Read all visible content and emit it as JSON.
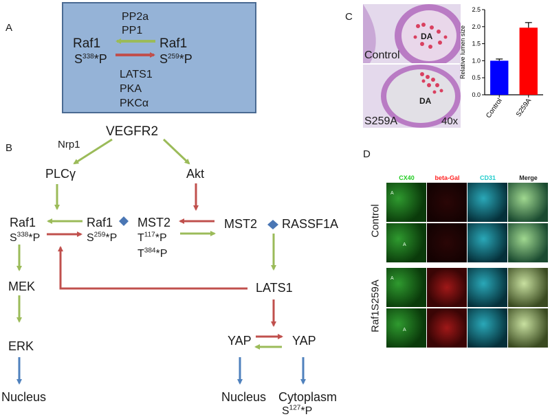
{
  "panel_letters": {
    "a": "A",
    "b": "B",
    "c": "C",
    "d": "D"
  },
  "panel_a": {
    "left_node": "Raf1",
    "left_site": "S",
    "left_sup": "338",
    "left_tail": "*P",
    "right_node": "Raf1",
    "right_site": "S",
    "right_sup": "259",
    "right_tail": "*P",
    "phosphatases": [
      "PP2a",
      "PP1"
    ],
    "kinases": [
      "LATS1",
      "PKA",
      "PKCα"
    ]
  },
  "panel_b": {
    "vegfr2": "VEGFR2",
    "nrp1": "Nrp1",
    "plcg": "PLCγ",
    "akt": "Akt",
    "raf1_left": "Raf1",
    "raf1_left_site": "S",
    "raf1_left_sup": "338",
    "raf1_left_tail": "*P",
    "raf1_mid": "Raf1",
    "raf1_mid_site": "S",
    "raf1_mid_sup": "259",
    "raf1_mid_tail": "*P",
    "mst2_mid": "MST2",
    "mst2_t1_site": "T",
    "mst2_t1_sup": "117",
    "mst2_t1_tail": "*P",
    "mst2_t2_site": "T",
    "mst2_t2_sup": "384",
    "mst2_t2_tail": "*P",
    "mst2_right": "MST2",
    "rassf1a": "RASSF1A",
    "mek": "MEK",
    "erk": "ERK",
    "lats1": "LATS1",
    "yap_left": "YAP",
    "yap_right": "YAP",
    "nucleus_left": "Nucleus",
    "nucleus_right": "Nucleus",
    "cytoplasm": "Cytoplasm",
    "cyto_site": "S",
    "cyto_sup": "127",
    "cyto_tail": "*P"
  },
  "panel_c": {
    "img_top_label": "Control",
    "img_bottom_label": "S259A",
    "da_label": "DA",
    "magnification": "40x"
  },
  "chart_data": {
    "type": "bar",
    "categories": [
      "Control",
      "S259A"
    ],
    "values": [
      1.0,
      1.97
    ],
    "errors": [
      0.05,
      0.15
    ],
    "colors": [
      "#0000ff",
      "#ff0000"
    ],
    "ylabel": "Relative lumen size",
    "ylim": [
      0,
      2.5
    ],
    "yticks": [
      "0.0",
      "0.5",
      "1.0",
      "1.5",
      "2.0",
      "2.5"
    ]
  },
  "panel_d": {
    "channels": [
      "CX40",
      "beta-Gal",
      "CD31",
      "Merge"
    ],
    "channel_colors": [
      "#22cc22",
      "#ff2222",
      "#22cccc",
      "#222222"
    ],
    "rows": [
      "Control",
      "Raf1S259A"
    ],
    "artery_marker": "A"
  },
  "colors": {
    "green_arrow": "#9bbb59",
    "red_arrow": "#c0504d",
    "blue_arrow": "#4f81bd",
    "diamond": "#4a76b4"
  }
}
